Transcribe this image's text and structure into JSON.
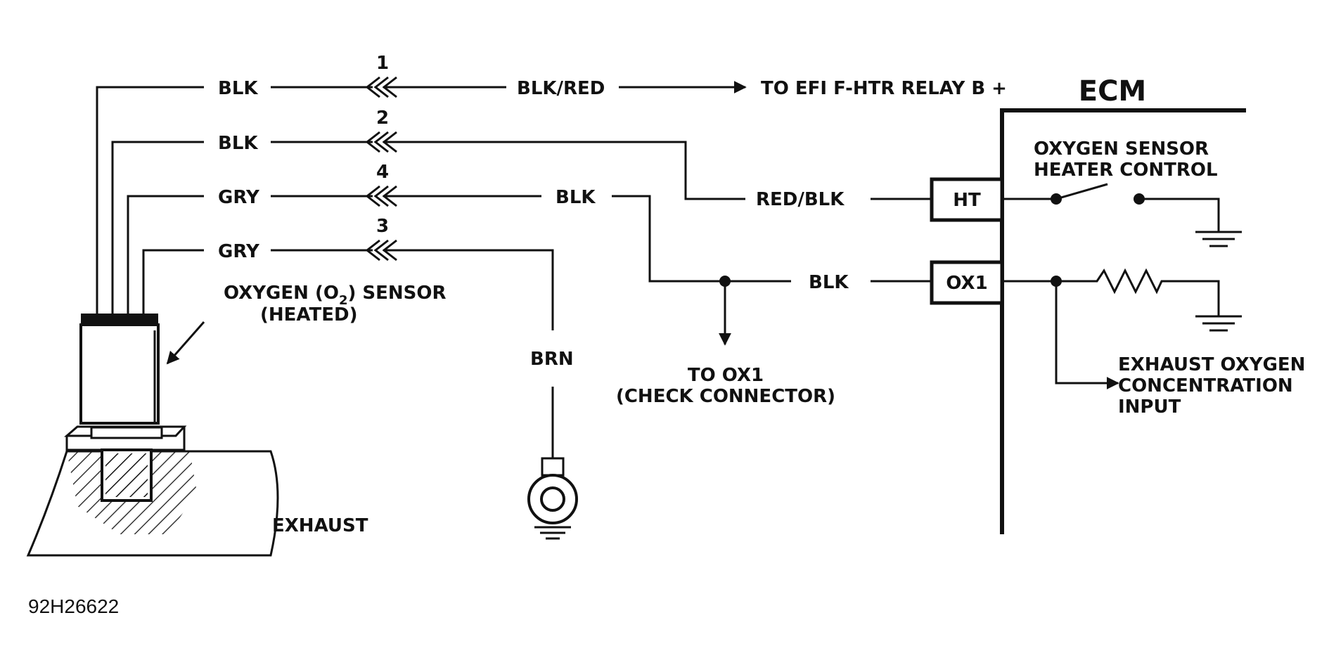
{
  "ecm": {
    "title": "ECM"
  },
  "pins": [
    "1",
    "2",
    "4",
    "3"
  ],
  "wires": {
    "w1_left": "BLK",
    "w1_right": "BLK/RED",
    "w1_dest": "TO EFI F-HTR RELAY B +",
    "w2_left": "BLK",
    "w2_right": "RED/BLK",
    "w3_left": "GRY",
    "w3_right": "BLK",
    "w4_left": "GRY",
    "w4_down": "BRN",
    "ox1_wire": "BLK"
  },
  "terminals": {
    "ht": "HT",
    "ox1": "OX1"
  },
  "sensor": {
    "line1": "OXYGEN (O",
    "sub": "2",
    "line1_end": ") SENSOR",
    "line2": "(HEATED)"
  },
  "check_connector": {
    "line1": "TO OX1",
    "line2": "(CHECK CONNECTOR)"
  },
  "heater_control": {
    "line1": "OXYGEN SENSOR",
    "line2": "HEATER CONTROL"
  },
  "exhaust_input": {
    "line1": "EXHAUST OXYGEN",
    "line2": "CONCENTRATION",
    "line3": "INPUT"
  },
  "exhaust_label": "EXHAUST",
  "figure_id": "92H26622"
}
